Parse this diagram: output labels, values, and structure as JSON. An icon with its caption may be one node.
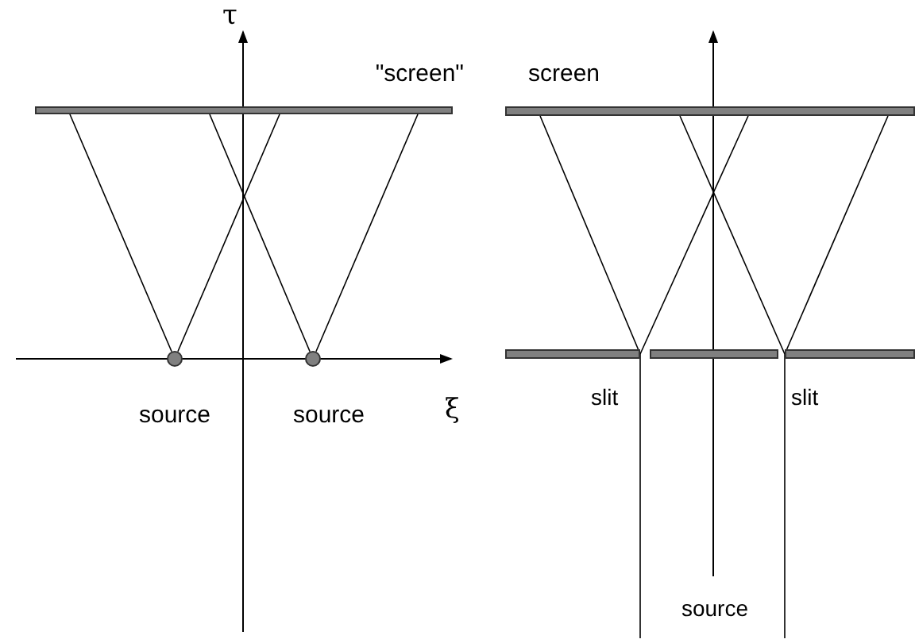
{
  "diagram": {
    "nodes": [
      {
        "text": [],
        "shape": "bar",
        "beside": [
          "\"screen\""
        ]
      },
      {
        "text": [],
        "shape": "circle",
        "beside": [
          "source"
        ]
      },
      {
        "text": [],
        "shape": "circle",
        "beside": [
          "source"
        ]
      },
      {
        "text": [],
        "shape": "bar",
        "beside": [
          "screen"
        ]
      },
      {
        "text": [],
        "shape": "bar"
      },
      {
        "text": [],
        "shape": "bar"
      },
      {
        "text": [],
        "shape": "bar"
      }
    ],
    "edges": [
      {
        "from": 1,
        "to": 0,
        "arrow": "none"
      },
      {
        "from": 1,
        "to": 0,
        "arrow": "none"
      },
      {
        "from": 2,
        "to": 0,
        "arrow": "none"
      },
      {
        "from": 2,
        "to": 0,
        "arrow": "none"
      },
      {
        "from": 4,
        "to": 3,
        "arrow": "none"
      },
      {
        "from": 4,
        "to": 3,
        "arrow": "none"
      },
      {
        "from": 6,
        "to": 3,
        "arrow": "none"
      },
      {
        "from": 6,
        "to": 3,
        "arrow": "none"
      },
      {
        "from": null,
        "to": 4,
        "arrow": "none"
      },
      {
        "from": null,
        "to": 6,
        "arrow": "none"
      }
    ],
    "labels": [
      "τ",
      "ξ",
      "slit",
      "slit",
      "source"
    ]
  }
}
